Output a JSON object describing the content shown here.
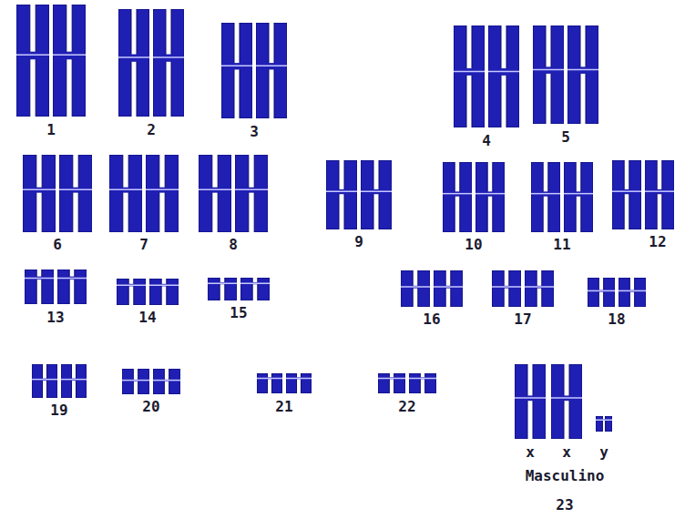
{
  "diagram": {
    "labels": [
      "1",
      "2",
      "3",
      "4",
      "5",
      "6",
      "7",
      "8",
      "9",
      "10",
      "11",
      "12",
      "13",
      "14",
      "15",
      "16",
      "17",
      "18",
      "19",
      "20",
      "21",
      "22",
      "x",
      "x",
      "y",
      "Masculino",
      "23"
    ]
  }
}
